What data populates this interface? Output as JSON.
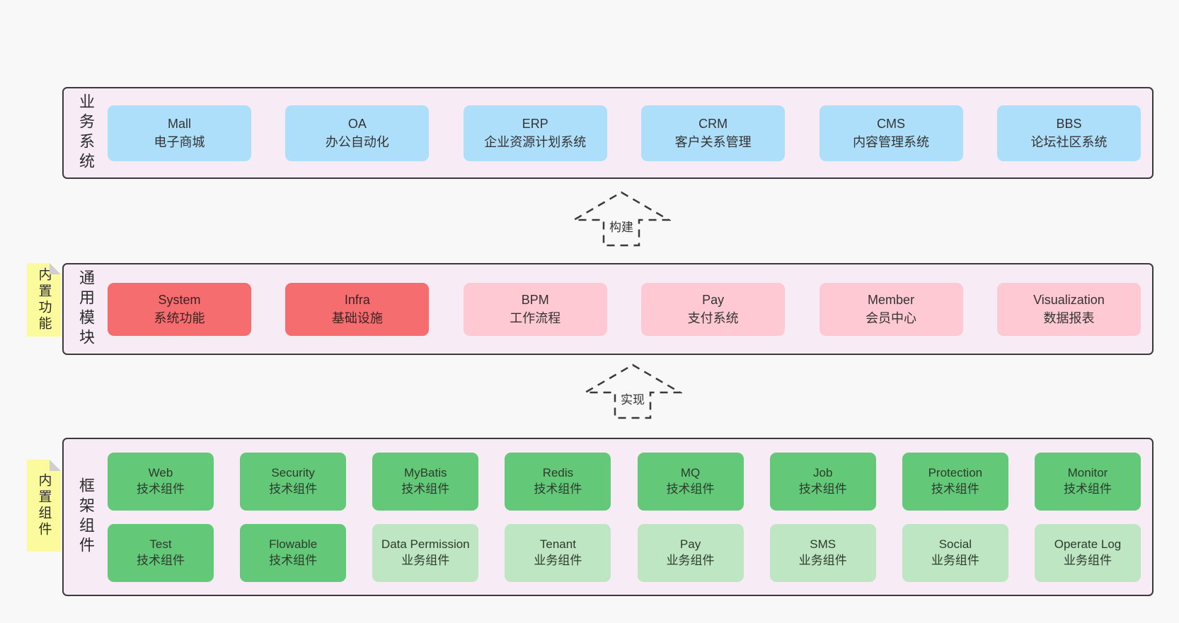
{
  "colors": {
    "page_bg": "#f8f8f8",
    "layer_bg": "#f7ecf6",
    "layer_border": "#3a3a3a",
    "blue": "#aedffa",
    "red": "#f56d6f",
    "pink": "#ffc9d3",
    "green": "#63c878",
    "green_light": "#bee6c3",
    "sticky_yellow": "#fbfb9d",
    "sticky_fold": "#cfcfcf",
    "text": "#333333"
  },
  "layer_business": {
    "label": "业务系统",
    "boxes": [
      {
        "name": "Mall",
        "desc": "电子商城"
      },
      {
        "name": "OA",
        "desc": "办公自动化"
      },
      {
        "name": "ERP",
        "desc": "企业资源计划系统"
      },
      {
        "name": "CRM",
        "desc": "客户关系管理"
      },
      {
        "name": "CMS",
        "desc": "内容管理系统"
      },
      {
        "name": "BBS",
        "desc": "论坛社区系统"
      }
    ]
  },
  "arrow_build": {
    "label": "构建"
  },
  "layer_modules": {
    "label": "通用模块",
    "sticky": "内置功能",
    "boxes": [
      {
        "name": "System",
        "desc": "系统功能"
      },
      {
        "name": "Infra",
        "desc": "基础设施"
      },
      {
        "name": "BPM",
        "desc": "工作流程"
      },
      {
        "name": "Pay",
        "desc": "支付系统"
      },
      {
        "name": "Member",
        "desc": "会员中心"
      },
      {
        "name": "Visualization",
        "desc": "数据报表"
      }
    ]
  },
  "arrow_implement": {
    "label": "实现"
  },
  "layer_components": {
    "label": "框架组件",
    "sticky": "内置组件",
    "row1": [
      {
        "name": "Web",
        "desc": "技术组件"
      },
      {
        "name": "Security",
        "desc": "技术组件"
      },
      {
        "name": "MyBatis",
        "desc": "技术组件"
      },
      {
        "name": "Redis",
        "desc": "技术组件"
      },
      {
        "name": "MQ",
        "desc": "技术组件"
      },
      {
        "name": "Job",
        "desc": "技术组件"
      },
      {
        "name": "Protection",
        "desc": "技术组件"
      },
      {
        "name": "Monitor",
        "desc": "技术组件"
      }
    ],
    "row2": [
      {
        "name": "Test",
        "desc": "技术组件"
      },
      {
        "name": "Flowable",
        "desc": "技术组件"
      },
      {
        "name": "Data Permission",
        "desc": "业务组件"
      },
      {
        "name": "Tenant",
        "desc": "业务组件"
      },
      {
        "name": "Pay",
        "desc": "业务组件"
      },
      {
        "name": "SMS",
        "desc": "业务组件"
      },
      {
        "name": "Social",
        "desc": "业务组件"
      },
      {
        "name": "Operate Log",
        "desc": "业务组件"
      }
    ]
  }
}
